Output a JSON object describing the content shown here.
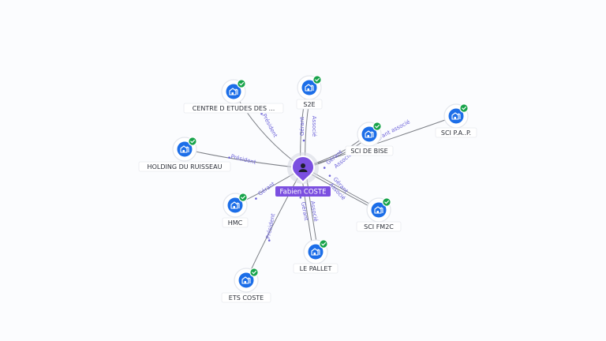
{
  "center": {
    "label": "Fabien COSTE",
    "icon": "person-icon",
    "color": "#7b4fe0"
  },
  "companies": [
    {
      "id": "centre",
      "label": "CENTRE D ETUDES DES ...",
      "icon": "building-icon",
      "verified": true
    },
    {
      "id": "s2e",
      "label": "S2E",
      "icon": "building-icon",
      "verified": true
    },
    {
      "id": "sci-pap",
      "label": "SCI P.A..P.",
      "icon": "building-icon",
      "verified": true
    },
    {
      "id": "sci-de-bise",
      "label": "SCI DE BISE",
      "icon": "building-icon",
      "verified": true
    },
    {
      "id": "holding",
      "label": "HOLDING DU RUISSEAU",
      "icon": "building-icon",
      "verified": true
    },
    {
      "id": "hmc",
      "label": "HMC",
      "icon": "building-icon",
      "verified": true
    },
    {
      "id": "sci-fm2c",
      "label": "SCI FM2C",
      "icon": "building-icon",
      "verified": true
    },
    {
      "id": "le-pallet",
      "label": "LE PALLET",
      "icon": "building-icon",
      "verified": true
    },
    {
      "id": "ets-coste",
      "label": "ETS COSTE",
      "icon": "building-icon",
      "verified": true
    }
  ],
  "relations": [
    {
      "target": "centre",
      "labels": [
        "Président"
      ]
    },
    {
      "target": "s2e",
      "labels": [
        "Gérant",
        "Associé"
      ]
    },
    {
      "target": "sci-pap",
      "labels": [
        "Gérant associé"
      ]
    },
    {
      "target": "sci-de-bise",
      "labels": [
        "Gérant",
        "Associé"
      ]
    },
    {
      "target": "holding",
      "labels": [
        "Président"
      ]
    },
    {
      "target": "hmc",
      "labels": [
        "Gérant"
      ]
    },
    {
      "target": "sci-fm2c",
      "labels": [
        "Gérant",
        "Associé"
      ]
    },
    {
      "target": "le-pallet",
      "labels": [
        "Gérant",
        "Associé"
      ]
    },
    {
      "target": "ets-coste",
      "labels": [
        "Président"
      ]
    }
  ],
  "colors": {
    "node": "#1c6ee8",
    "check": "#17a34a",
    "relation_text": "#6d63d9",
    "center": "#7b4fe0"
  }
}
